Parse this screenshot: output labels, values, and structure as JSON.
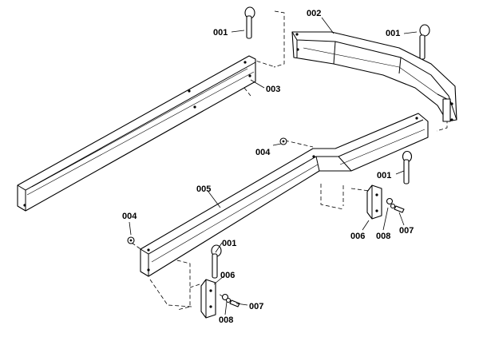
{
  "callouts": {
    "c001a": "001",
    "c002": "002",
    "c001b": "001",
    "c003": "003",
    "c004a": "004",
    "c001c": "001",
    "c005": "005",
    "c004b": "004",
    "c006a": "006",
    "c008a": "008",
    "c007a": "007",
    "c001d": "001",
    "c006b": "006",
    "c007b": "007",
    "c008b": "008"
  }
}
